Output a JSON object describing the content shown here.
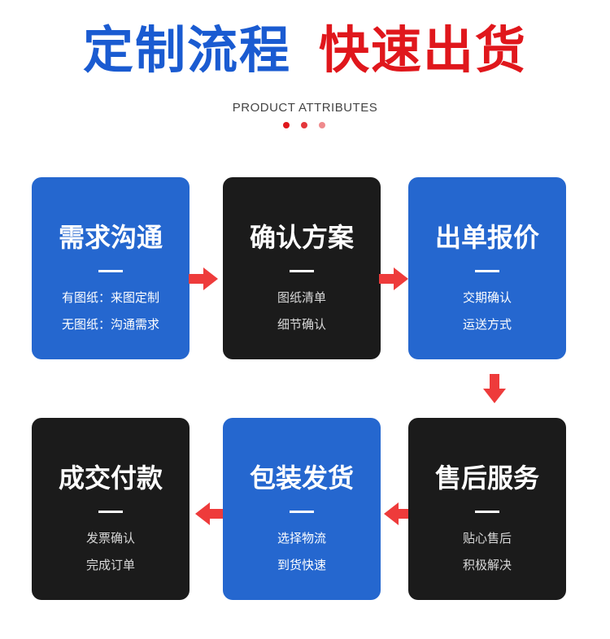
{
  "header": {
    "title_part1": "定制流程",
    "title_part2": "快速出货",
    "subtitle": "PRODUCT ATTRIBUTES"
  },
  "colors": {
    "blue": "#2567cf",
    "dark": "#1b1b1b",
    "accent_red": "#e0171c",
    "title_blue": "#1a5bd1"
  },
  "steps": [
    {
      "title": "需求沟通",
      "line1": "有图纸：来图定制",
      "line2": "无图纸：沟通需求",
      "style": "blue"
    },
    {
      "title": "确认方案",
      "line1": "图纸清单",
      "line2": "细节确认",
      "style": "dark"
    },
    {
      "title": "出单报价",
      "line1": "交期确认",
      "line2": "运送方式",
      "style": "blue"
    },
    {
      "title": "售后服务",
      "line1": "贴心售后",
      "line2": "积极解决",
      "style": "dark"
    },
    {
      "title": "包装发货",
      "line1": "选择物流",
      "line2": "到货快速",
      "style": "blue"
    },
    {
      "title": "成交付款",
      "line1": "发票确认",
      "line2": "完成订单",
      "style": "dark"
    }
  ],
  "arrows": [
    {
      "icon": "arrow-right-icon"
    },
    {
      "icon": "arrow-right-icon"
    },
    {
      "icon": "arrow-down-icon"
    },
    {
      "icon": "arrow-left-icon"
    },
    {
      "icon": "arrow-left-icon"
    }
  ]
}
